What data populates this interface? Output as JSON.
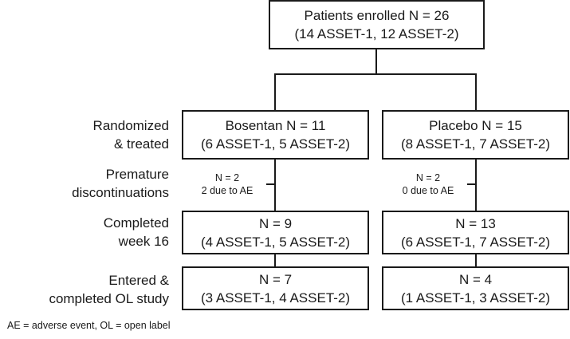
{
  "top": {
    "line1": "Patients enrolled N = 26",
    "line2": "(14 ASSET-1, 12 ASSET-2)"
  },
  "stages": [
    {
      "label1": "Randomized",
      "label2": "& treated"
    },
    {
      "label1": "Premature",
      "label2": "discontinuations"
    },
    {
      "label1": "Completed",
      "label2": "week 16"
    },
    {
      "label1": "Entered &",
      "label2": "completed OL study"
    }
  ],
  "bosentan": {
    "randomized": {
      "line1": "Bosentan N = 11",
      "line2": "(6 ASSET-1, 5 ASSET-2)"
    },
    "discontinued": {
      "line1": "N = 2",
      "line2": "2 due to AE"
    },
    "completed": {
      "line1": "N = 9",
      "line2": "(4 ASSET-1, 5 ASSET-2)"
    },
    "ol": {
      "line1": "N = 7",
      "line2": "(3 ASSET-1, 4 ASSET-2)"
    }
  },
  "placebo": {
    "randomized": {
      "line1": "Placebo N = 15",
      "line2": "(8 ASSET-1, 7 ASSET-2)"
    },
    "discontinued": {
      "line1": "N = 2",
      "line2": "0 due to AE"
    },
    "completed": {
      "line1": "N = 13",
      "line2": "(6 ASSET-1, 7 ASSET-2)"
    },
    "ol": {
      "line1": "N = 4",
      "line2": "(1 ASSET-1, 3 ASSET-2)"
    }
  },
  "footnote": "AE = adverse event, OL = open label"
}
